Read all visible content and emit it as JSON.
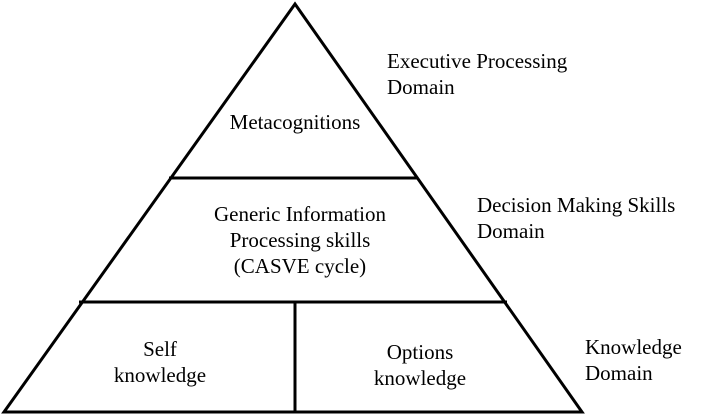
{
  "pyramid": {
    "top": {
      "label": "Metacognitions"
    },
    "middle": {
      "lines": [
        "Generic Information",
        "Processing skills",
        "(CASVE cycle)"
      ]
    },
    "bottom_left": {
      "lines": [
        "Self",
        "knowledge"
      ]
    },
    "bottom_right": {
      "lines": [
        "Options",
        "knowledge"
      ]
    }
  },
  "domains": {
    "executive": {
      "lines": [
        "Executive Processing",
        "Domain"
      ]
    },
    "decision": {
      "lines": [
        "Decision Making Skills",
        "Domain"
      ]
    },
    "knowledge": {
      "lines": [
        "Knowledge",
        "Domain"
      ]
    }
  },
  "colors": {
    "stroke": "#000000",
    "background": "#ffffff",
    "text": "#000000"
  }
}
